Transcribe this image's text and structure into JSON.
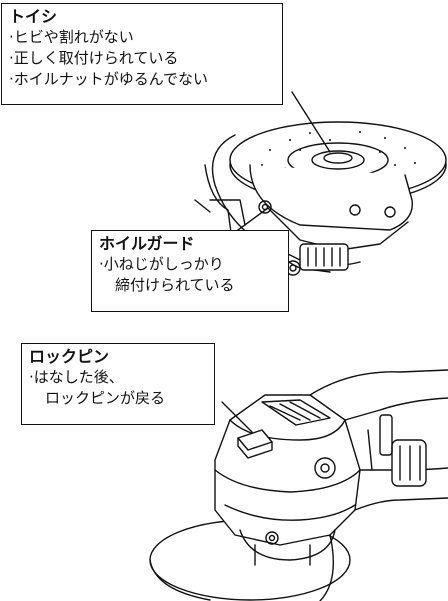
{
  "callouts": {
    "wheel": {
      "title": "トイシ",
      "items": [
        "·ヒビや割れがない",
        "·正しく取付けられている",
        "·ホイルナットがゆるんでない"
      ]
    },
    "guard": {
      "title": "ホイルガード",
      "items": [
        "·小ねじがしっかり",
        "締付けられている"
      ]
    },
    "lockpin": {
      "title": "ロックピン",
      "items": [
        "·はなした後、",
        "ロックピンが戻る"
      ]
    }
  }
}
